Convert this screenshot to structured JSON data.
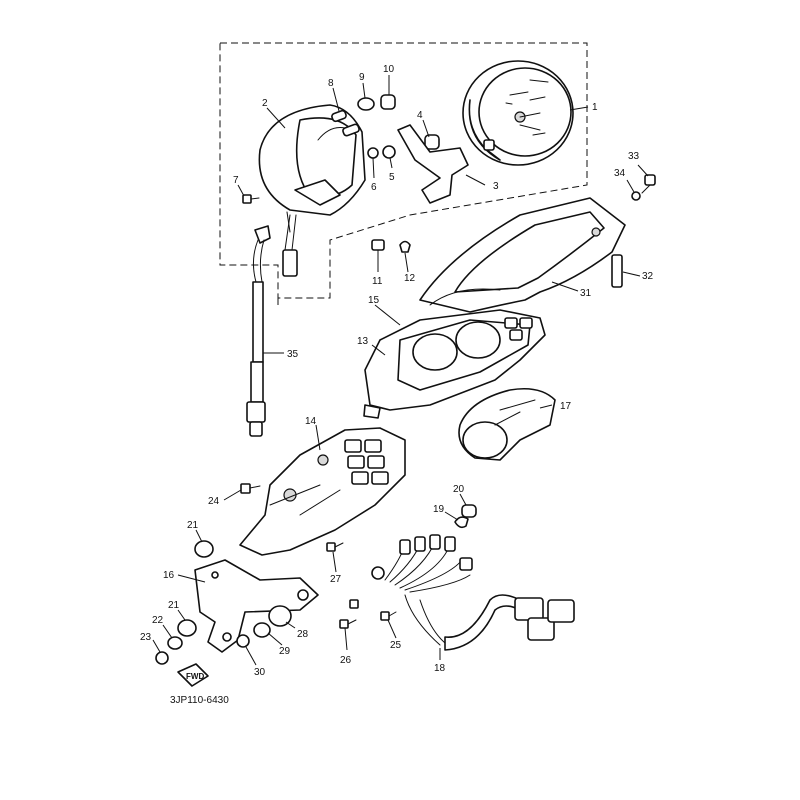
{
  "callouts": {
    "c1": "1",
    "c2": "2",
    "c3": "3",
    "c4": "4",
    "c5": "5",
    "c6": "6",
    "c7": "7",
    "c8": "8",
    "c9": "9",
    "c10": "10",
    "c11": "11",
    "c12": "12",
    "c13": "13",
    "c14": "14",
    "c15": "15",
    "c16": "16",
    "c17": "17",
    "c18": "18",
    "c19": "19",
    "c20": "20",
    "c21a": "21",
    "c21b": "21",
    "c22": "22",
    "c23": "23",
    "c24": "24",
    "c25": "25",
    "c26": "26",
    "c27": "27",
    "c28": "28",
    "c29": "29",
    "c30": "30",
    "c31": "31",
    "c32": "32",
    "c33": "33",
    "c34": "34",
    "c35": "35"
  },
  "fwd_label": "FWD",
  "diagram_code": "3JP110-6430"
}
